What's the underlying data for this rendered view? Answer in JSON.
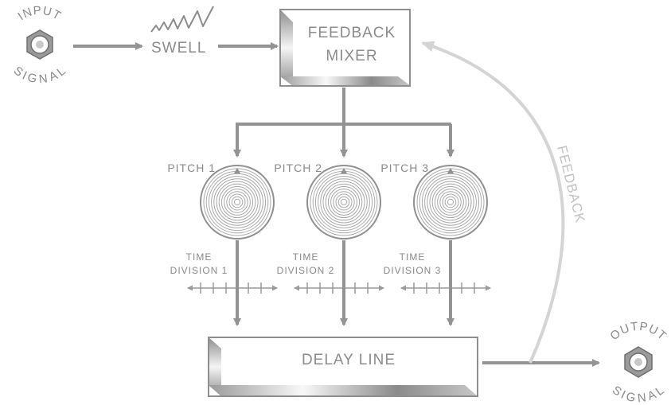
{
  "input": {
    "arc_top": "INPUT",
    "arc_bottom": "SIGNAL"
  },
  "output": {
    "arc_top": "OUTPUT",
    "arc_bottom": "SIGNAL"
  },
  "swell": {
    "label": "SWELL"
  },
  "mixer": {
    "line1": "FEEDBACK",
    "line2": "MIXER"
  },
  "feedback": {
    "label": "FEEDBACK"
  },
  "delay": {
    "label": "DELAY LINE"
  },
  "voices": [
    {
      "pitch": "PITCH 1",
      "time_line1": "TIME",
      "time_line2": "DIVISION 1"
    },
    {
      "pitch": "PITCH 2",
      "time_line1": "TIME",
      "time_line2": "DIVISION 2"
    },
    {
      "pitch": "PITCH 3",
      "time_line1": "TIME",
      "time_line2": "DIVISION 3"
    }
  ],
  "colors": {
    "arrow": "#939393",
    "feedback_arc": "#d4d4d4",
    "box_border": "#8e8e8e",
    "knob_ring": "#8f8f8f",
    "text": "#8a8a8a"
  }
}
